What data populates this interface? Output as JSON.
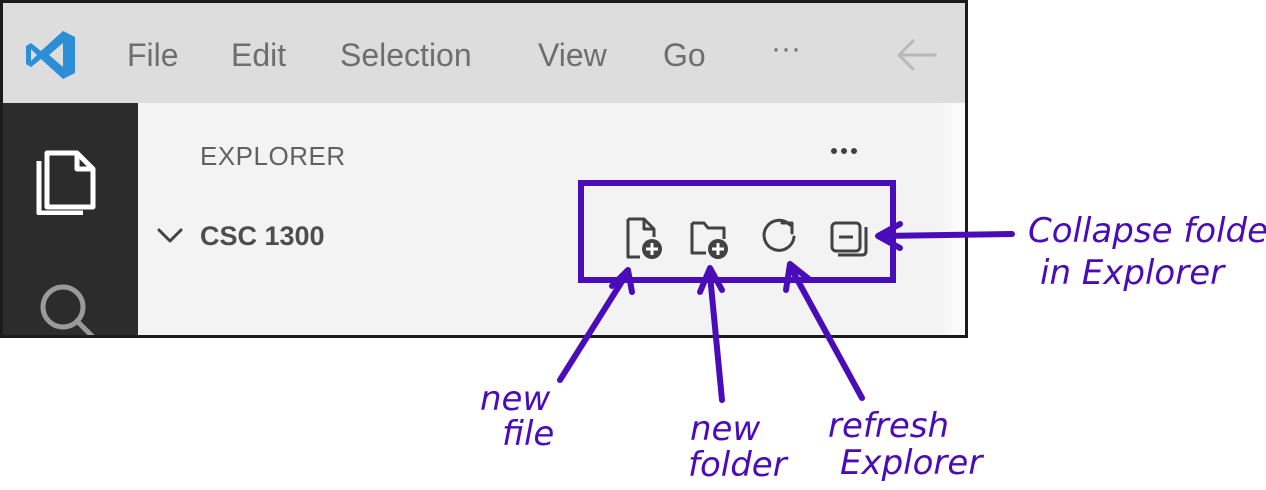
{
  "menu": {
    "items": [
      "File",
      "Edit",
      "Selection",
      "View",
      "Go"
    ],
    "more": "···"
  },
  "sidebar": {
    "title": "EXPLORER",
    "folder_name": "CSC 1300"
  },
  "actions": [
    {
      "icon": "new-file-icon"
    },
    {
      "icon": "new-folder-icon"
    },
    {
      "icon": "refresh-icon"
    },
    {
      "icon": "collapse-folders-icon"
    }
  ],
  "annotations": {
    "new_file": [
      "new",
      "file"
    ],
    "new_folder": [
      "new",
      "folder"
    ],
    "refresh": [
      "refresh",
      "Explorer"
    ],
    "collapse": [
      "Collapse folders",
      "in Explorer"
    ]
  },
  "colors": {
    "annotation": "#4a0bb8",
    "titlebar": "#dddddd",
    "activitybar": "#2c2c2c",
    "sidebar": "#f3f3f3",
    "vscode_blue": "#2b8ed6"
  }
}
